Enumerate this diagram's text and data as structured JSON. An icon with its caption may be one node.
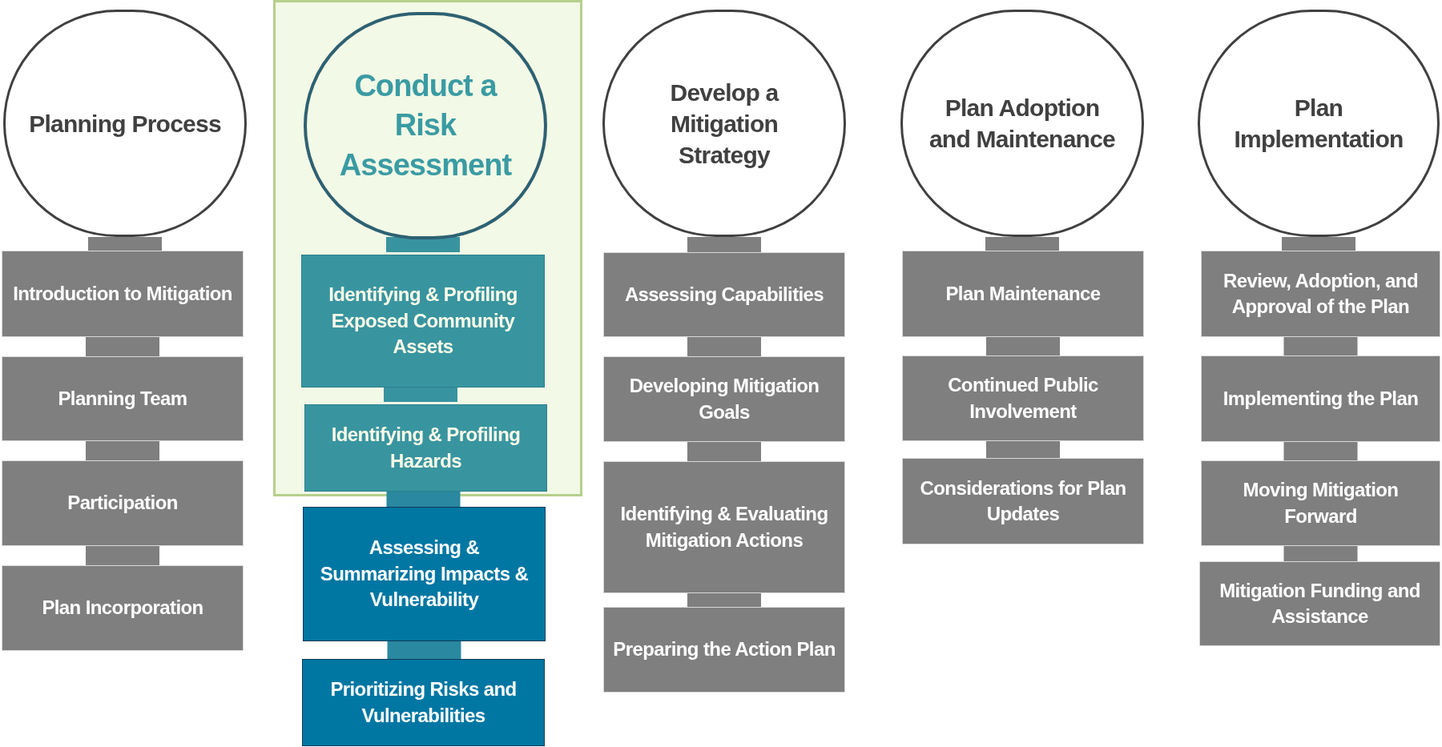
{
  "diagram": {
    "nodes": [
      {
        "text": [
          "Planning Process"
        ]
      },
      {
        "text": [
          "Introduction to Mitigation"
        ]
      },
      {
        "text": [
          "Planning Team"
        ]
      },
      {
        "text": [
          "Participation"
        ]
      },
      {
        "text": [
          "Plan Incorporation"
        ]
      },
      {
        "text": [],
        "shape": "box"
      },
      {
        "text": [
          "Conduct a Risk Assessment"
        ],
        "in": 5
      },
      {
        "text": [
          "Identifying & Profiling Exposed Community Assets"
        ],
        "in": 5
      },
      {
        "text": [
          "Identifying  & Profiling Hazards"
        ],
        "in": 5
      },
      {
        "text": [
          "Assessing & Summarizing Impacts & Vulnerability"
        ]
      },
      {
        "text": [
          "Prioritizing  Risks and Vulnerabilities"
        ]
      },
      {
        "text": [
          "Develop a Mitigation Strategy"
        ]
      },
      {
        "text": [
          "Assessing Capabilities"
        ]
      },
      {
        "text": [
          "Developing Mitigation Goals"
        ]
      },
      {
        "text": [
          "Identifying & Evaluating Mitigation Actions"
        ]
      },
      {
        "text": [
          "Preparing the Action Plan"
        ]
      },
      {
        "text": [
          "Plan Adoption and Maintenance"
        ]
      },
      {
        "text": [
          "Plan Maintenance"
        ]
      },
      {
        "text": [
          "Continued Public Involvement"
        ]
      },
      {
        "text": [
          "Considerations for Plan Updates"
        ]
      },
      {
        "text": [
          "Plan Implementation"
        ]
      },
      {
        "text": [
          "Review, Adoption, and Approval of the Plan"
        ]
      },
      {
        "text": [
          "Implementing the Plan"
        ]
      },
      {
        "text": [
          "Moving Mitigation Forward"
        ]
      },
      {
        "text": [
          "Mitigation Funding and Assistance"
        ]
      }
    ],
    "edges": [
      {
        "from": 0,
        "to": 1,
        "arrow": "none"
      },
      {
        "from": 1,
        "to": 2,
        "arrow": "none"
      },
      {
        "from": 2,
        "to": 3,
        "arrow": "none"
      },
      {
        "from": 3,
        "to": 4,
        "arrow": "none"
      },
      {
        "from": 6,
        "to": 7,
        "arrow": "none",
        "color": "#3893a0"
      },
      {
        "from": 7,
        "to": 8,
        "arrow": "none",
        "color": "#3893a0"
      },
      {
        "from": 8,
        "to": 9,
        "arrow": "none",
        "color": "#2a88a0"
      },
      {
        "from": 9,
        "to": 10,
        "arrow": "none",
        "color": "#2a88a0"
      },
      {
        "from": 11,
        "to": 12,
        "arrow": "none"
      },
      {
        "from": 12,
        "to": 13,
        "arrow": "none"
      },
      {
        "from": 13,
        "to": 14,
        "arrow": "none"
      },
      {
        "from": 14,
        "to": 15,
        "arrow": "none"
      },
      {
        "from": 16,
        "to": 17,
        "arrow": "none"
      },
      {
        "from": 17,
        "to": 18,
        "arrow": "none"
      },
      {
        "from": 18,
        "to": 19,
        "arrow": "none"
      },
      {
        "from": 20,
        "to": 21,
        "arrow": "none"
      },
      {
        "from": 21,
        "to": 22,
        "arrow": "none"
      },
      {
        "from": 22,
        "to": 23,
        "arrow": "none"
      },
      {
        "from": 23,
        "to": 24,
        "arrow": "none"
      }
    ]
  }
}
